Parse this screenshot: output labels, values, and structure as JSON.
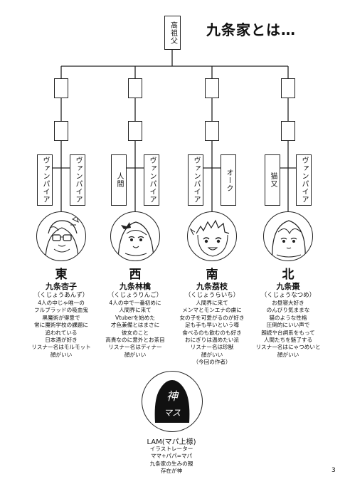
{
  "title": "九条家とは…",
  "page_number": "3",
  "ancestor": {
    "label": "高祖父"
  },
  "middle_labels": [
    "",
    "",
    "",
    ""
  ],
  "families": [
    {
      "left_parent": "ヴァンパイア",
      "right_parent": "ヴァンパイア",
      "direction": "東",
      "name": "九条杏子",
      "reading": "（くじょうあんず）",
      "description": [
        "4人の中じゃ唯一の",
        "フルブラッドの吸血鬼",
        "黒魔術が得意で",
        "常に魔術学校の課題に",
        "追われている",
        "日本酒が好き",
        "リスナー名はモルモット",
        "顔がいい"
      ]
    },
    {
      "left_parent": "人間",
      "right_parent": "ヴァンパイア",
      "direction": "西",
      "name": "九条林檎",
      "reading": "（くじょうりんご）",
      "description": [
        "4人の中で一番初めに",
        "人間界に来て",
        "Vtuberを始めた",
        "才色兼備とはまさに",
        "彼女のこと",
        "高貴なのに意外とお茶目",
        "リスナー名はディナー",
        "顔がいい"
      ]
    },
    {
      "left_parent": "ヴァンパイア",
      "right_parent": "オーク",
      "direction": "南",
      "name": "九条茘枝",
      "reading": "（くじょうらいち）",
      "description": [
        "人間界に来て",
        "メンマとモンエナの虜に",
        "女の子を可愛がるのが好き",
        "足も手も早いという噂",
        "食べるのも飲むのも好き",
        "おにぎりは温めたい派",
        "リスナー名は珍獣",
        "顔がいい",
        "（今回の作者）"
      ]
    },
    {
      "left_parent": "猫又",
      "right_parent": "ヴァンパイア",
      "direction": "北",
      "name": "九条棗",
      "reading": "（くじょうなつめ）",
      "description": [
        "お昼寝大好き",
        "のんびり気ままな",
        "猫のような性格",
        "圧倒的にいい声で",
        "朗読や台詞系をもって",
        "人間たちを魅了する",
        "リスナー名はにゃつめいと",
        "顔がいい"
      ]
    }
  ],
  "creator": {
    "emblem_top": "神",
    "emblem_bottom": "マス",
    "name": "LAM(マパ上様)",
    "description": [
      "イラストレーター",
      "ママ+パパ=マパ",
      "九条家の生みの親",
      "存在が神"
    ]
  }
}
